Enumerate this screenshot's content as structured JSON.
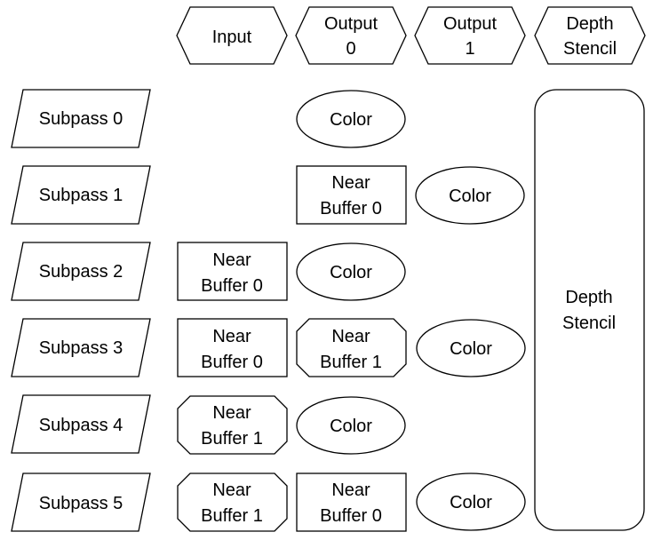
{
  "headers": {
    "input": "Input",
    "output0": [
      "Output",
      "0"
    ],
    "output1": [
      "Output",
      "1"
    ],
    "depth_stencil": [
      "Depth",
      "Stencil"
    ]
  },
  "subpasses": [
    "Subpass 0",
    "Subpass 1",
    "Subpass 2",
    "Subpass 3",
    "Subpass 4",
    "Subpass 5"
  ],
  "cells": {
    "color": "Color",
    "near_buffer_0": [
      "Near",
      "Buffer 0"
    ],
    "near_buffer_1": [
      "Near",
      "Buffer 1"
    ]
  },
  "depth_stencil_bar": [
    "Depth",
    "Stencil"
  ],
  "colors": {
    "stroke": "#000000",
    "fill": "#ffffff",
    "text": "#000000"
  }
}
